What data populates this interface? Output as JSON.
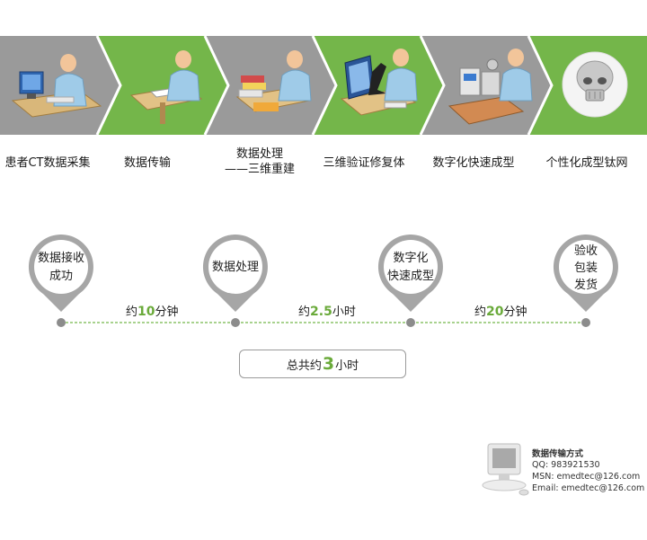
{
  "process": {
    "steps": [
      {
        "label": "患者CT数据采集",
        "icon": "ct-operator-icon"
      },
      {
        "label": "数据传输",
        "icon": "data-writing-icon"
      },
      {
        "label_line1": "数据处理",
        "label_line2": "——三维重建",
        "icon": "books-processing-icon"
      },
      {
        "label": "三维验证修复体",
        "icon": "microscope-icon"
      },
      {
        "label": "数字化快速成型",
        "icon": "printer-machine-icon"
      },
      {
        "label": "个性化成型钛网",
        "icon": "skull-model-icon"
      }
    ],
    "colors": {
      "gray": "#9a9a9a",
      "green": "#74b64a"
    }
  },
  "timeline": {
    "milestones": [
      {
        "line1": "数据接收",
        "line2": "成功"
      },
      {
        "line1": "数据处理"
      },
      {
        "line1": "数字化",
        "line2": "快速成型"
      },
      {
        "line1": "验收",
        "line2": "包装",
        "line3": "发货"
      }
    ],
    "durations": [
      {
        "prefix": "约",
        "value": "10",
        "unit": "分钟"
      },
      {
        "prefix": "约",
        "value": "2.5",
        "unit": "小时"
      },
      {
        "prefix": "约",
        "value": "20",
        "unit": "分钟"
      }
    ],
    "total": {
      "prefix": "总共约",
      "value": "3",
      "unit": "小时"
    },
    "colors": {
      "line": "#74b64a",
      "highlight": "#6aaa3a",
      "pin": "#a6a6a6"
    }
  },
  "contact": {
    "title": "数据传输方式",
    "qq": "QQ:     983921530",
    "msn": "MSN:   emedtec@126.com",
    "email": "Email: emedtec@126.com",
    "icon": "computer-icon"
  }
}
